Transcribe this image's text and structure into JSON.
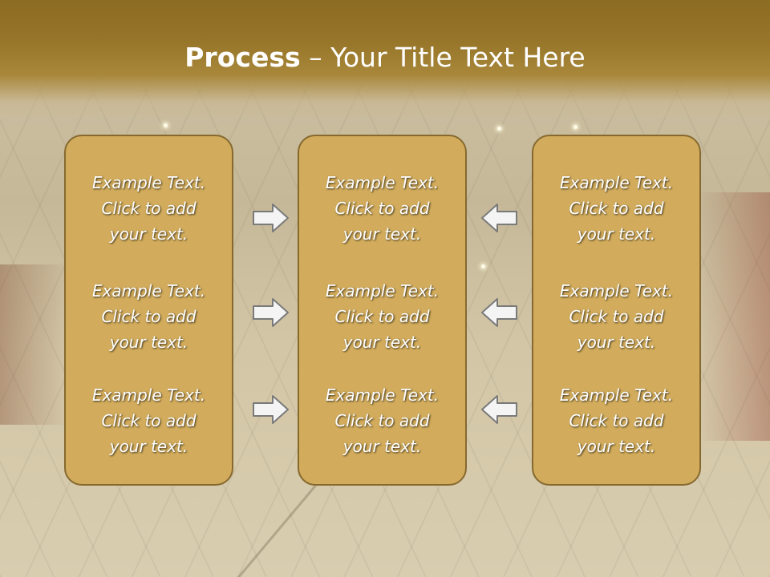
{
  "slide": {
    "title_bold": "Process",
    "title_rest": " – Your Title Text Here",
    "columns": [
      {
        "items": [
          {
            "line1": "Example Text.",
            "line2": "Click  to add",
            "line3": "your text."
          },
          {
            "line1": "Example Text.",
            "line2": "Click  to add",
            "line3": "your text."
          },
          {
            "line1": "Example Text.",
            "line2": "Click  to add",
            "line3": "your text."
          }
        ]
      },
      {
        "items": [
          {
            "line1": "Example Text.",
            "line2": "Click  to add",
            "line3": "your text."
          },
          {
            "line1": "Example Text.",
            "line2": "Click  to add",
            "line3": "your text."
          },
          {
            "line1": "Example Text.",
            "line2": "Click  to add",
            "line3": "your text."
          }
        ]
      },
      {
        "items": [
          {
            "line1": "Example Text.",
            "line2": "Click  to add",
            "line3": "your text."
          },
          {
            "line1": "Example Text.",
            "line2": "Click  to add",
            "line3": "your text."
          },
          {
            "line1": "Example Text.",
            "line2": "Click  to add",
            "line3": "your text."
          }
        ]
      }
    ],
    "icons": {
      "right_arrows": "arrow-right-icon",
      "left_arrows": "arrow-left-icon"
    },
    "colors": {
      "header": "#97762a",
      "box_fill": "#d2ac5c",
      "box_border": "#86692f",
      "arrow_fill": "#f4f4f4",
      "arrow_stroke": "#7a7a7a"
    }
  }
}
